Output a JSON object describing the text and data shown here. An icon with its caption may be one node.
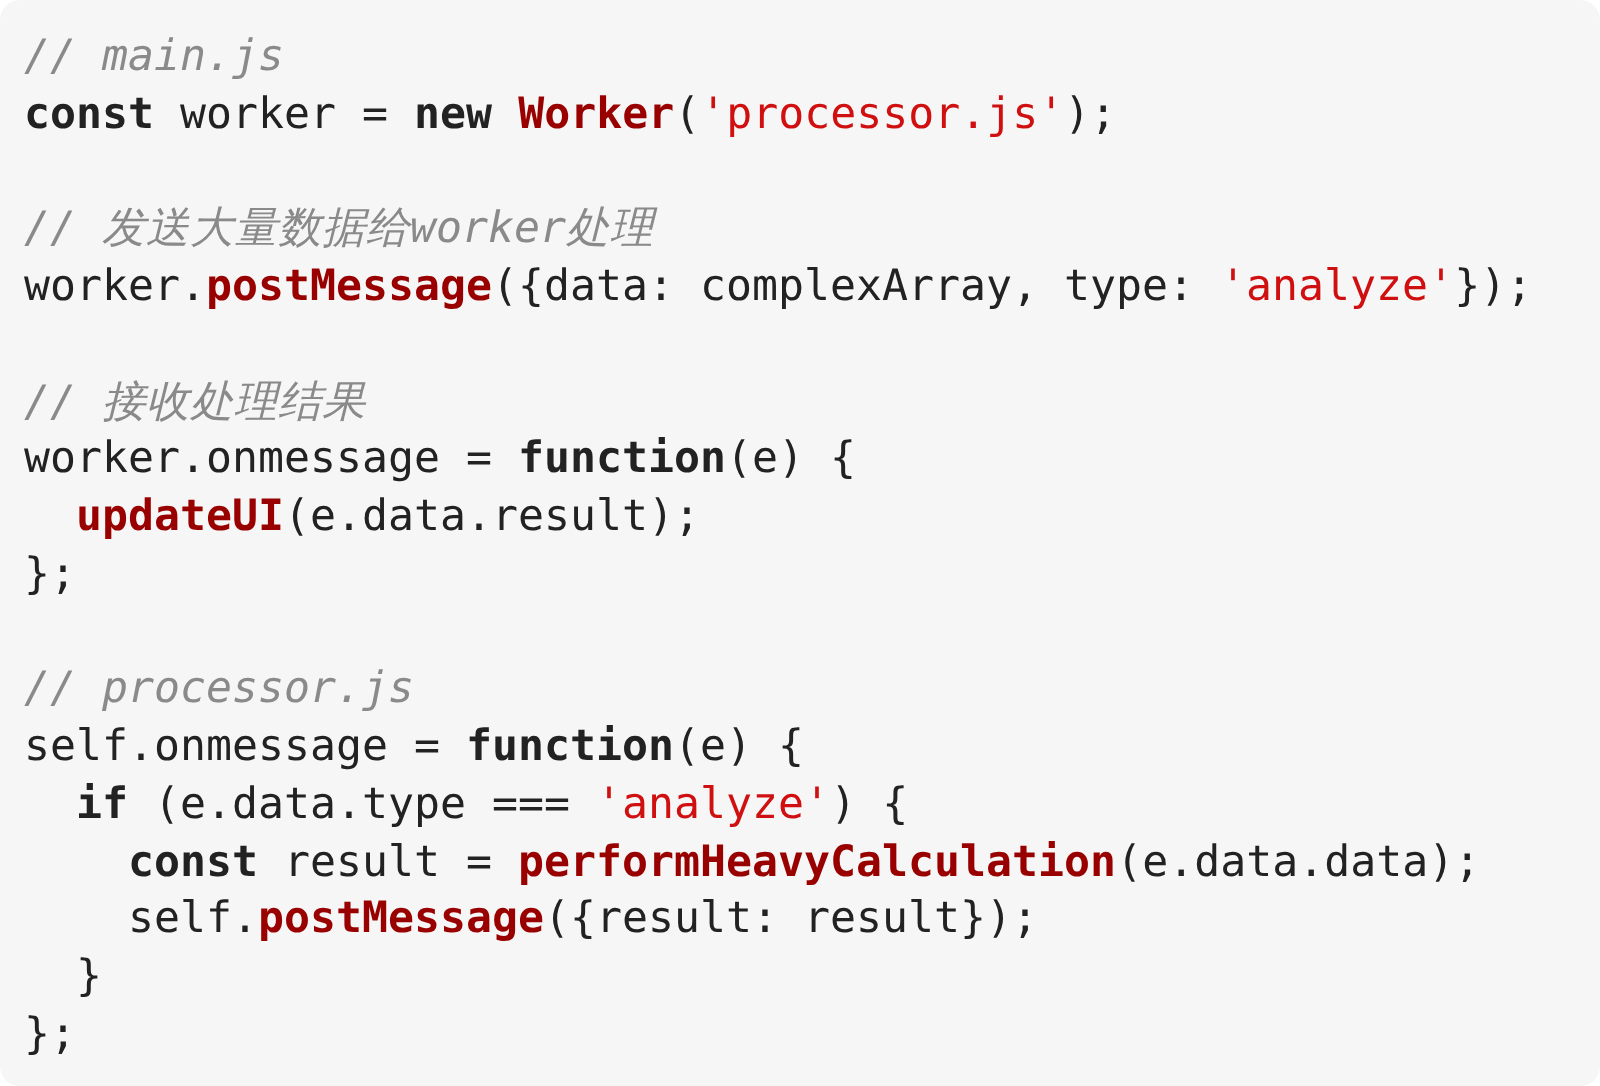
{
  "diagram": {
    "labels": [
      "// main.js",
      "**const** worker = **new** **Worker**('processor.js');",
      "// 发送大量数据给worker处理",
      "worker.**postMessage**({data: complexArray, type: 'analyze'});",
      "// 接收处理结果",
      "worker.onmessage = **function**(e) {",
      "  **updateUI**(e.data.result);",
      "};",
      "// processor.js",
      "self.onmessage = **function**(e) {",
      "  **if** (e.data.type === 'analyze') {",
      "    **const** result = **performHeavyCalculation**(e.data.data);",
      "    self.**postMessage**({result: result});",
      "  }",
      "};"
    ]
  }
}
